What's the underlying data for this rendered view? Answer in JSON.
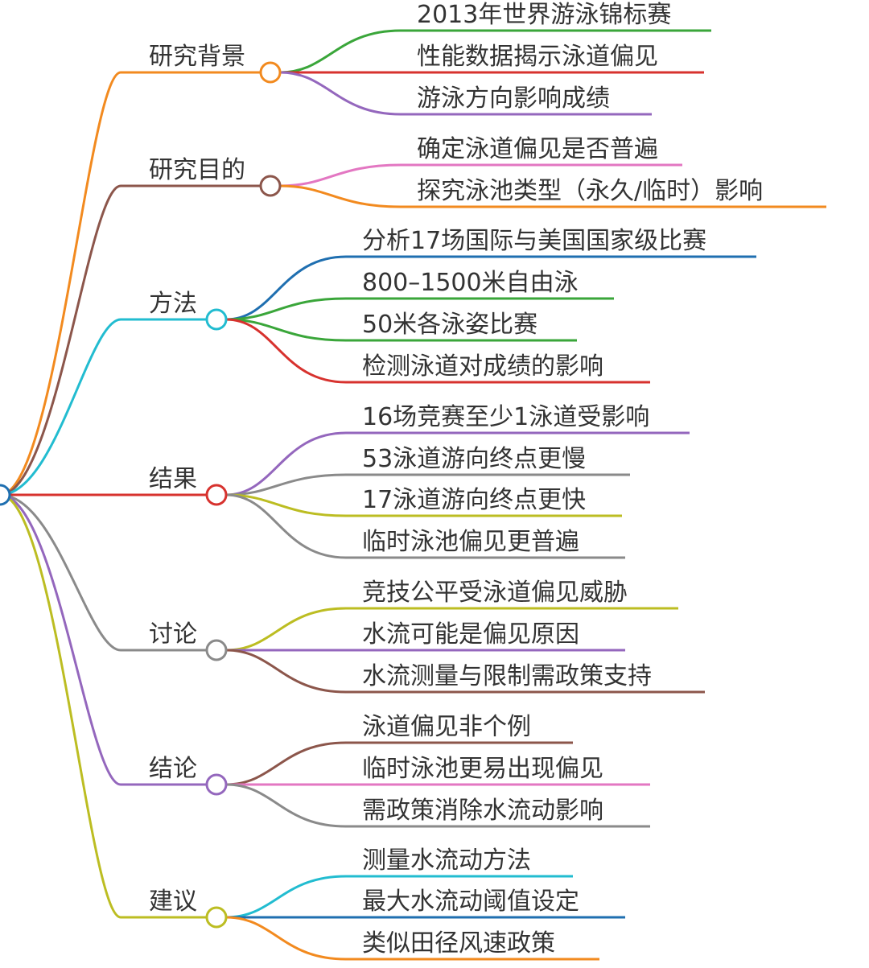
{
  "branches": [
    {
      "label": "研究背景",
      "color": "#f28a1f",
      "items": [
        {
          "text": "2013年世界游泳锦标赛",
          "color": "#3aa63a"
        },
        {
          "text": "性能数据揭示泳道偏见",
          "color": "#d7322e"
        },
        {
          "text": "游泳方向影响成绩",
          "color": "#9467bd"
        }
      ]
    },
    {
      "label": "研究目的",
      "color": "#8c564b",
      "items": [
        {
          "text": "确定泳道偏见是否普遍",
          "color": "#e377c2"
        },
        {
          "text": "探究泳池类型（永久/临时）影响",
          "color": "#f28a1f"
        }
      ]
    },
    {
      "label": "方法",
      "color": "#22bcd0",
      "items": [
        {
          "text": "分析17场国际与美国国家级比赛",
          "color": "#1f6fb0"
        },
        {
          "text": "800–1500米自由泳",
          "color": "#3aa63a"
        },
        {
          "text": "50米各泳姿比赛",
          "color": "#3aa63a"
        },
        {
          "text": "检测泳道对成绩的影响",
          "color": "#d7322e"
        }
      ]
    },
    {
      "label": "结果",
      "color": "#d7322e",
      "items": [
        {
          "text": "16场竞赛至少1泳道受影响",
          "color": "#9467bd"
        },
        {
          "text": "53泳道游向终点更慢",
          "color": "#8a8a8a"
        },
        {
          "text": "17泳道游向终点更快",
          "color": "#bcbd22"
        },
        {
          "text": "临时泳池偏见更普遍",
          "color": "#8a8a8a"
        }
      ]
    },
    {
      "label": "讨论",
      "color": "#8a8a8a",
      "items": [
        {
          "text": "竞技公平受泳道偏见威胁",
          "color": "#bcbd22"
        },
        {
          "text": "水流可能是偏见原因",
          "color": "#9467bd"
        },
        {
          "text": "水流测量与限制需政策支持",
          "color": "#8c564b"
        }
      ]
    },
    {
      "label": "结论",
      "color": "#9467bd",
      "items": [
        {
          "text": "泳道偏见非个例",
          "color": "#8c564b"
        },
        {
          "text": "临时泳池更易出现偏见",
          "color": "#e377c2"
        },
        {
          "text": "需政策消除水流动影响",
          "color": "#8a8a8a"
        }
      ]
    },
    {
      "label": "建议",
      "color": "#bcbd22",
      "items": [
        {
          "text": "测量水流动方法",
          "color": "#22bcd0"
        },
        {
          "text": "最大水流动阈值设定",
          "color": "#1f6fb0"
        },
        {
          "text": "类似田径风速政策",
          "color": "#f28a1f"
        }
      ]
    }
  ],
  "root_color": "#1f6fb0"
}
